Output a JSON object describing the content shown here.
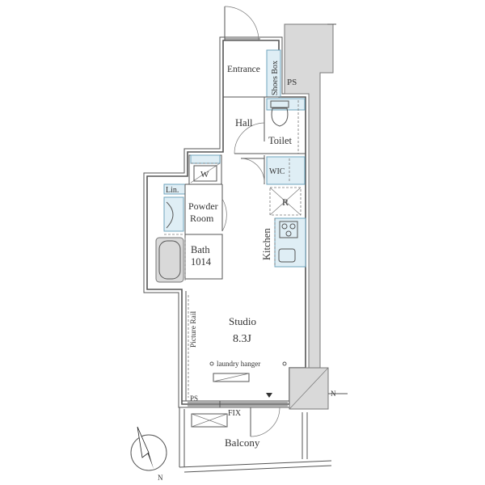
{
  "rooms": {
    "entrance": "Entrance",
    "shoes_box": "Shoes Box",
    "ps_top": "PS",
    "hall": "Hall",
    "toilet": "Toilet",
    "w": "W",
    "wic": "WIC",
    "lin": "Lin.",
    "powder_room_line1": "Powder",
    "powder_room_line2": "Room",
    "refrigerator": "R",
    "kitchen": "Kitchen",
    "bath_line1": "Bath",
    "bath_line2": "1014",
    "picture_rail": "Picture Rail",
    "studio": "Studio",
    "studio_size": "8.3J",
    "laundry_hanger": "laundry hanger",
    "ps_bottom": "PS",
    "fix": "FIX",
    "balcony": "Balcony",
    "north_label": "N",
    "right_n_label": "N"
  }
}
